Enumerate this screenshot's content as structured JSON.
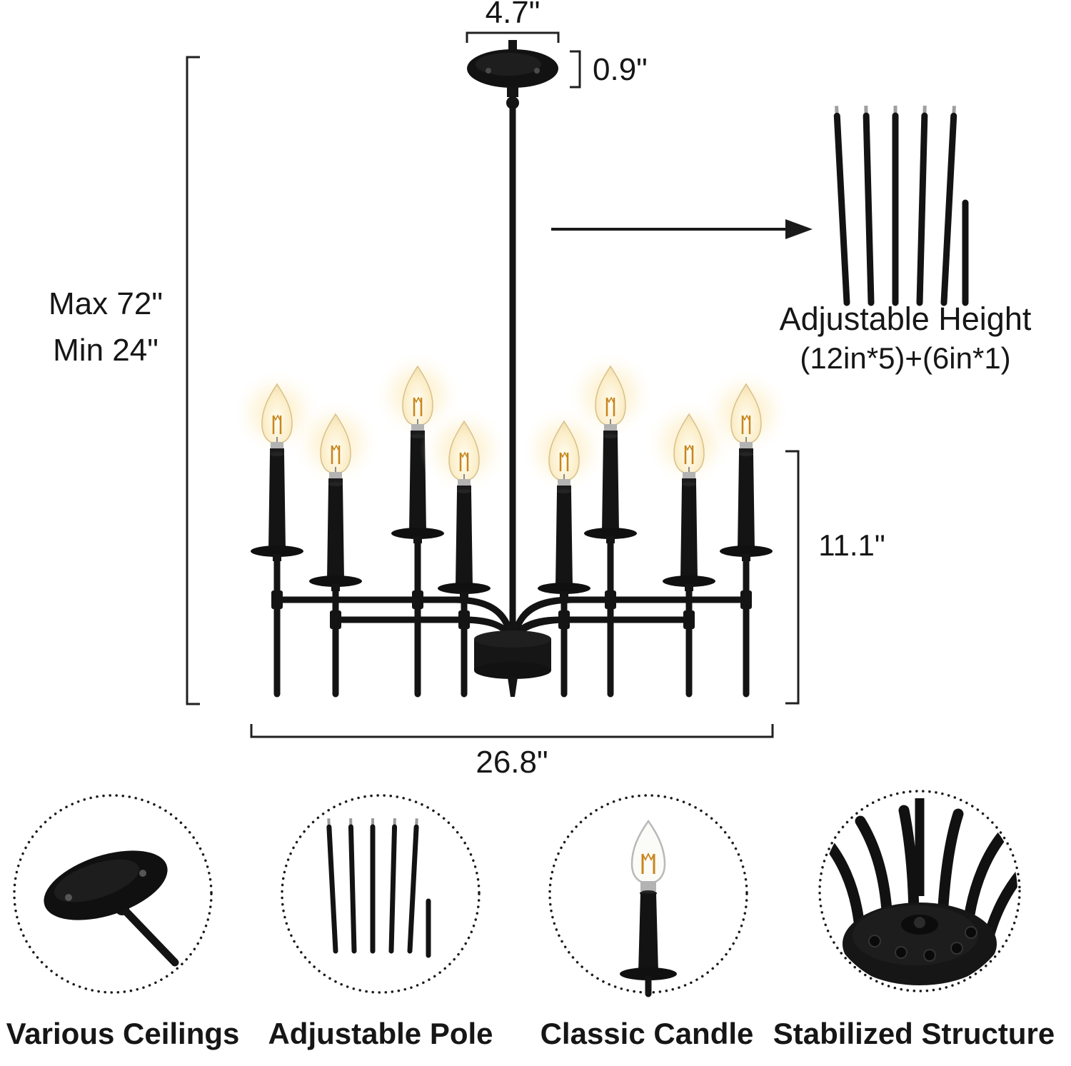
{
  "dimensions": {
    "canopy_width": "4.7\"",
    "canopy_height": "0.9\"",
    "max_drop": "Max 72\"",
    "min_drop": "Min 24\"",
    "candle_height": "11.1\"",
    "fixture_width": "26.8\""
  },
  "adjustable_rods": {
    "title": "Adjustable Height",
    "detail": "(12in*5)+(6in*1)"
  },
  "features": {
    "ceilings": "Various Ceilings",
    "pole": "Adjustable Pole",
    "candle": "Classic Candle",
    "structure": "Stabilized Structure"
  },
  "colors": {
    "background": "#ffffff",
    "fixture_black": "#141414",
    "metal_silver": "#a8a8a8",
    "bulb_warm": "#fdf4da",
    "glow": "#f7e3ae",
    "filament": "#c8861c",
    "dimension_lines": "#202020"
  }
}
